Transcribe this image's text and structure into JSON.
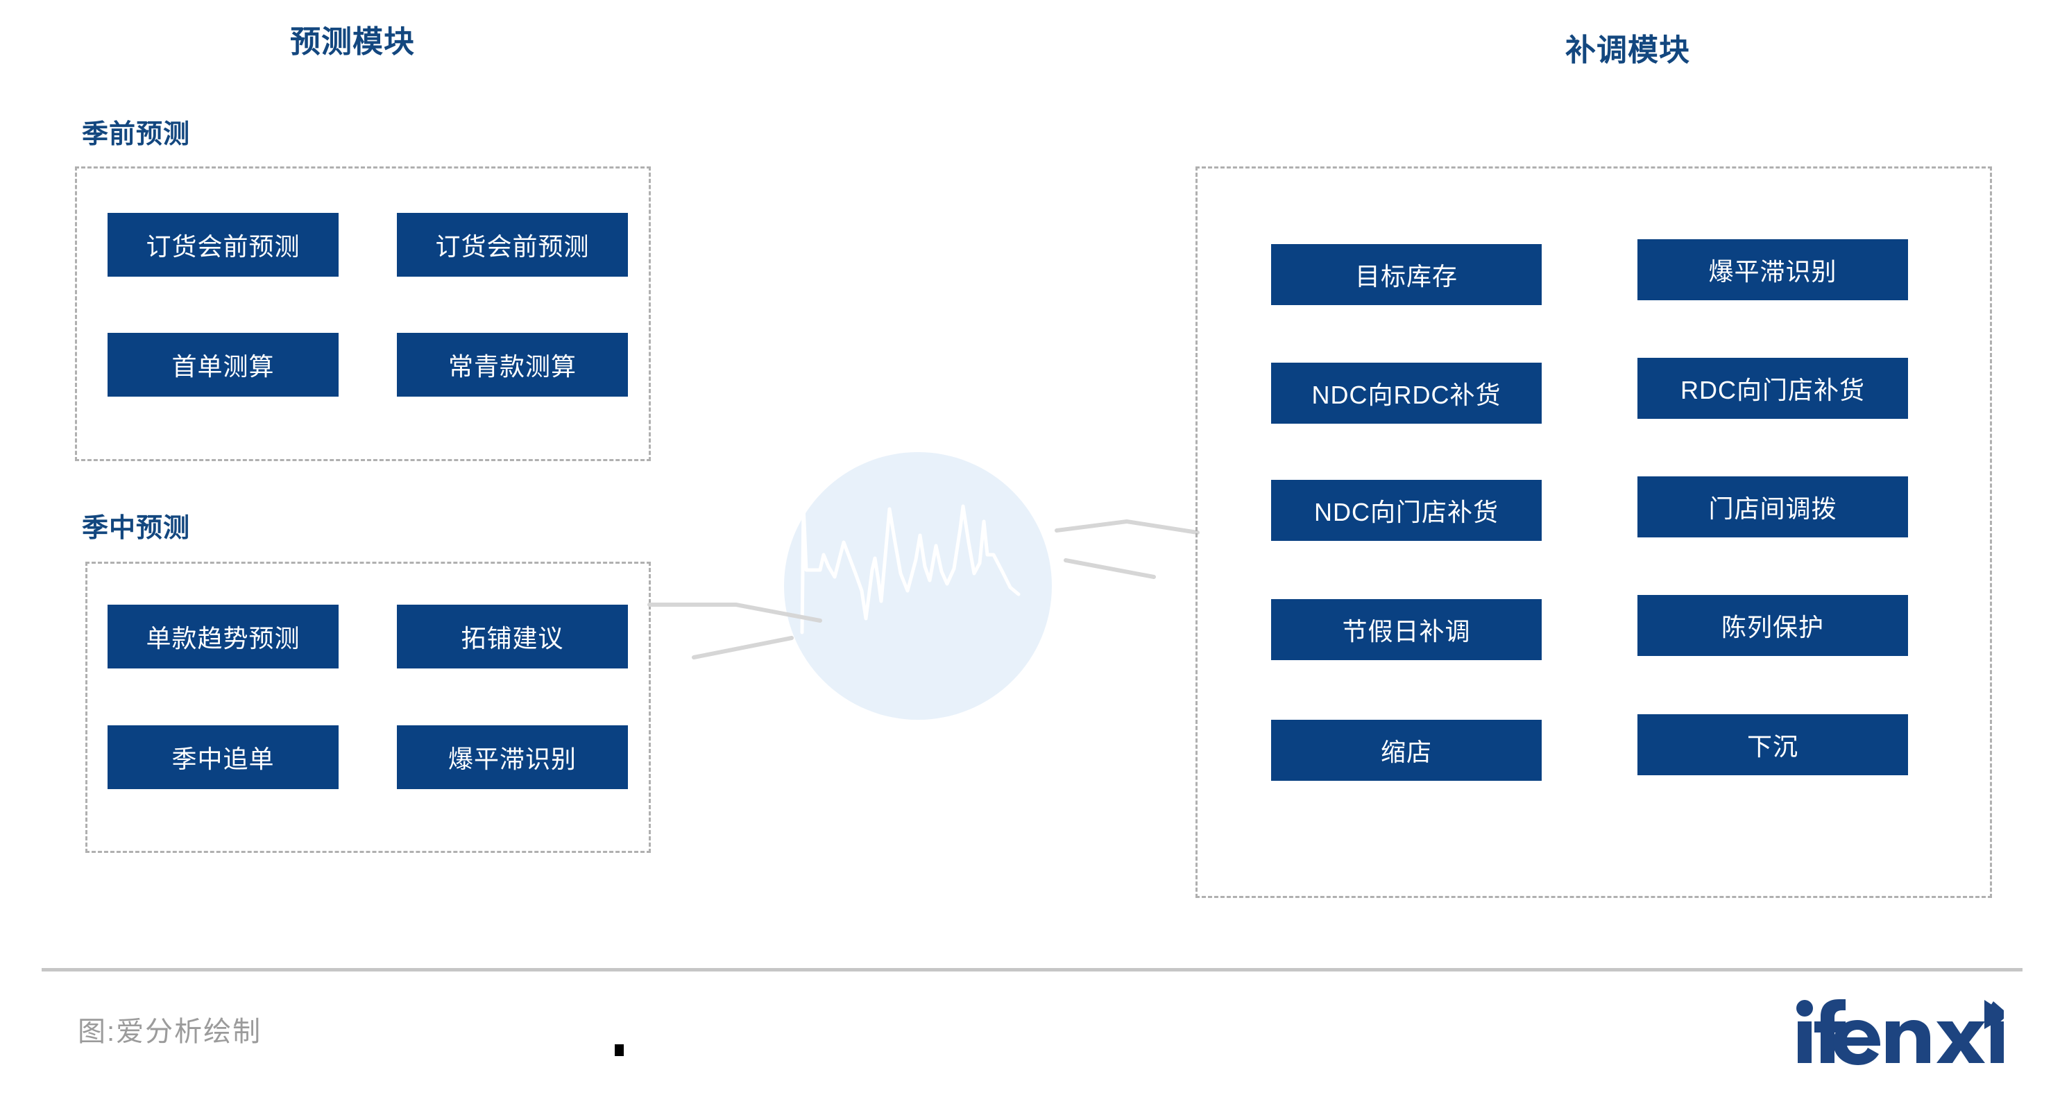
{
  "diagram": {
    "left_module": {
      "title": "预测模块",
      "sections": [
        {
          "heading": "季前预测",
          "boxes": [
            "订货会前预测",
            "订货会前预测",
            "首单测算",
            "常青款测算"
          ]
        },
        {
          "heading": "季中预测",
          "boxes": [
            "单款趋势预测",
            "拓铺建议",
            "季中追单",
            "爆平滞识别"
          ]
        }
      ]
    },
    "right_module": {
      "title": "补调模块",
      "boxes": [
        "目标库存",
        "爆平滞识别",
        "NDC向RDC补货",
        "RDC向门店补货",
        "NDC向门店补货",
        "门店间调拨",
        "节假日补调",
        "陈列保护",
        "缩店",
        "下沉"
      ]
    },
    "center": {
      "icon": "waveform-circle-icon"
    }
  },
  "footer": {
    "credit": "图:爱分析绘制",
    "logo_text": "ifenxi"
  },
  "colors": {
    "node_blue": "#0a4182",
    "title_blue": "#13477f",
    "dashed_gray": "#b0b0b0",
    "connector_gray": "#d6d6d6",
    "circle_fill": "#e8f1fa",
    "footer_gray": "#9b9b9b",
    "divider_gray": "#c6c6c6"
  }
}
